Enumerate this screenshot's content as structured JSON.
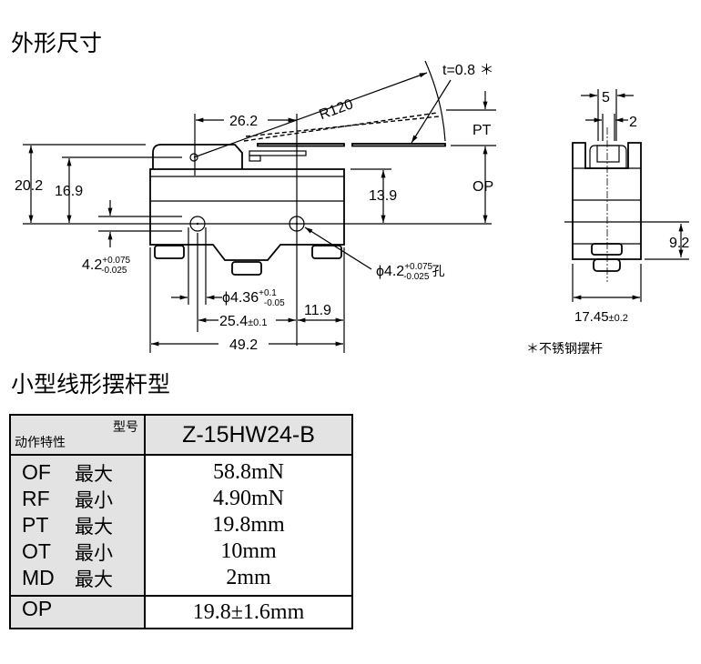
{
  "title": "外形尺寸",
  "subtitle": "小型线形摆杆型",
  "drawing": {
    "dims": {
      "d26_2": "26.2",
      "r120": "R120",
      "t": "t=0.8 ＊",
      "pt": "PT",
      "op": "OP",
      "d20_2": "20.2",
      "d16_9": "16.9",
      "d13_9": "13.9",
      "d4_2": "4.2",
      "d4_2_tol_up": "+0.075",
      "d4_2_tol_dn": "-0.025",
      "hole": "ϕ4.2",
      "hole_tol_up": "+0.075",
      "hole_tol_dn": "-0.025",
      "hole_suffix": "孔",
      "pin": "ϕ4.36",
      "pin_tol_up": "+0.1",
      "pin_tol_dn": "-0.05",
      "d25_4": "25.4",
      "d25_4_tol": "±0.1",
      "d11_9": "11.9",
      "d49_2": "49.2"
    },
    "side": {
      "d5": "5",
      "d2": "2",
      "d9_2": "9.2",
      "d17_45": "17.45",
      "d17_45_tol": "±0.2"
    },
    "note": "＊不锈钢摆杆"
  },
  "table": {
    "header_right": "型号",
    "header_left": "动作特性",
    "model": "Z-15HW24-B",
    "rows": [
      {
        "param": "OF",
        "qual": "最大",
        "value": "58.8mN"
      },
      {
        "param": "RF",
        "qual": "最小",
        "value": "4.90mN"
      },
      {
        "param": "PT",
        "qual": "最大",
        "value": "19.8mm"
      },
      {
        "param": "OT",
        "qual": "最小",
        "value": "10mm"
      },
      {
        "param": "MD",
        "qual": "最大",
        "value": "2mm"
      }
    ],
    "op": {
      "param": "OP",
      "value": "19.8±1.6mm"
    }
  }
}
